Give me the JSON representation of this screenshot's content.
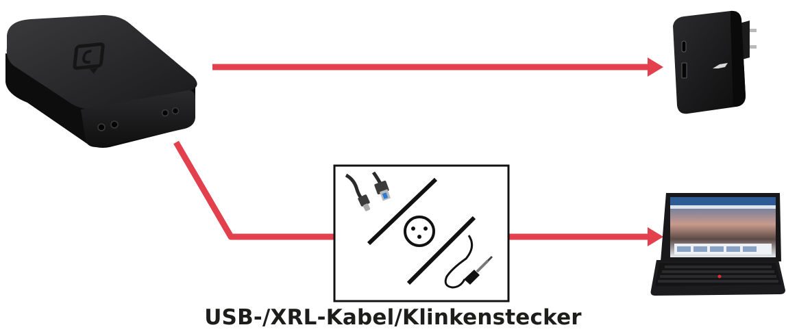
{
  "caption": "USB-/XRL-Kabel/Klinkenstecker",
  "colors": {
    "arrow": "#e2404d",
    "device": "#1f1f21",
    "frame": "#111111",
    "background": "#ffffff"
  },
  "nodes": [
    {
      "id": "recording-device",
      "icon": "black-box-device-icon"
    },
    {
      "id": "power-adapter",
      "icon": "usb-c-power-adapter-icon"
    },
    {
      "id": "cable-selector",
      "icon": "cable-options-icon"
    },
    {
      "id": "laptop",
      "icon": "laptop-icon"
    }
  ],
  "edges": [
    {
      "from": "recording-device",
      "to": "power-adapter"
    },
    {
      "from": "recording-device",
      "to": "cable-selector"
    },
    {
      "from": "cable-selector",
      "to": "laptop"
    }
  ]
}
